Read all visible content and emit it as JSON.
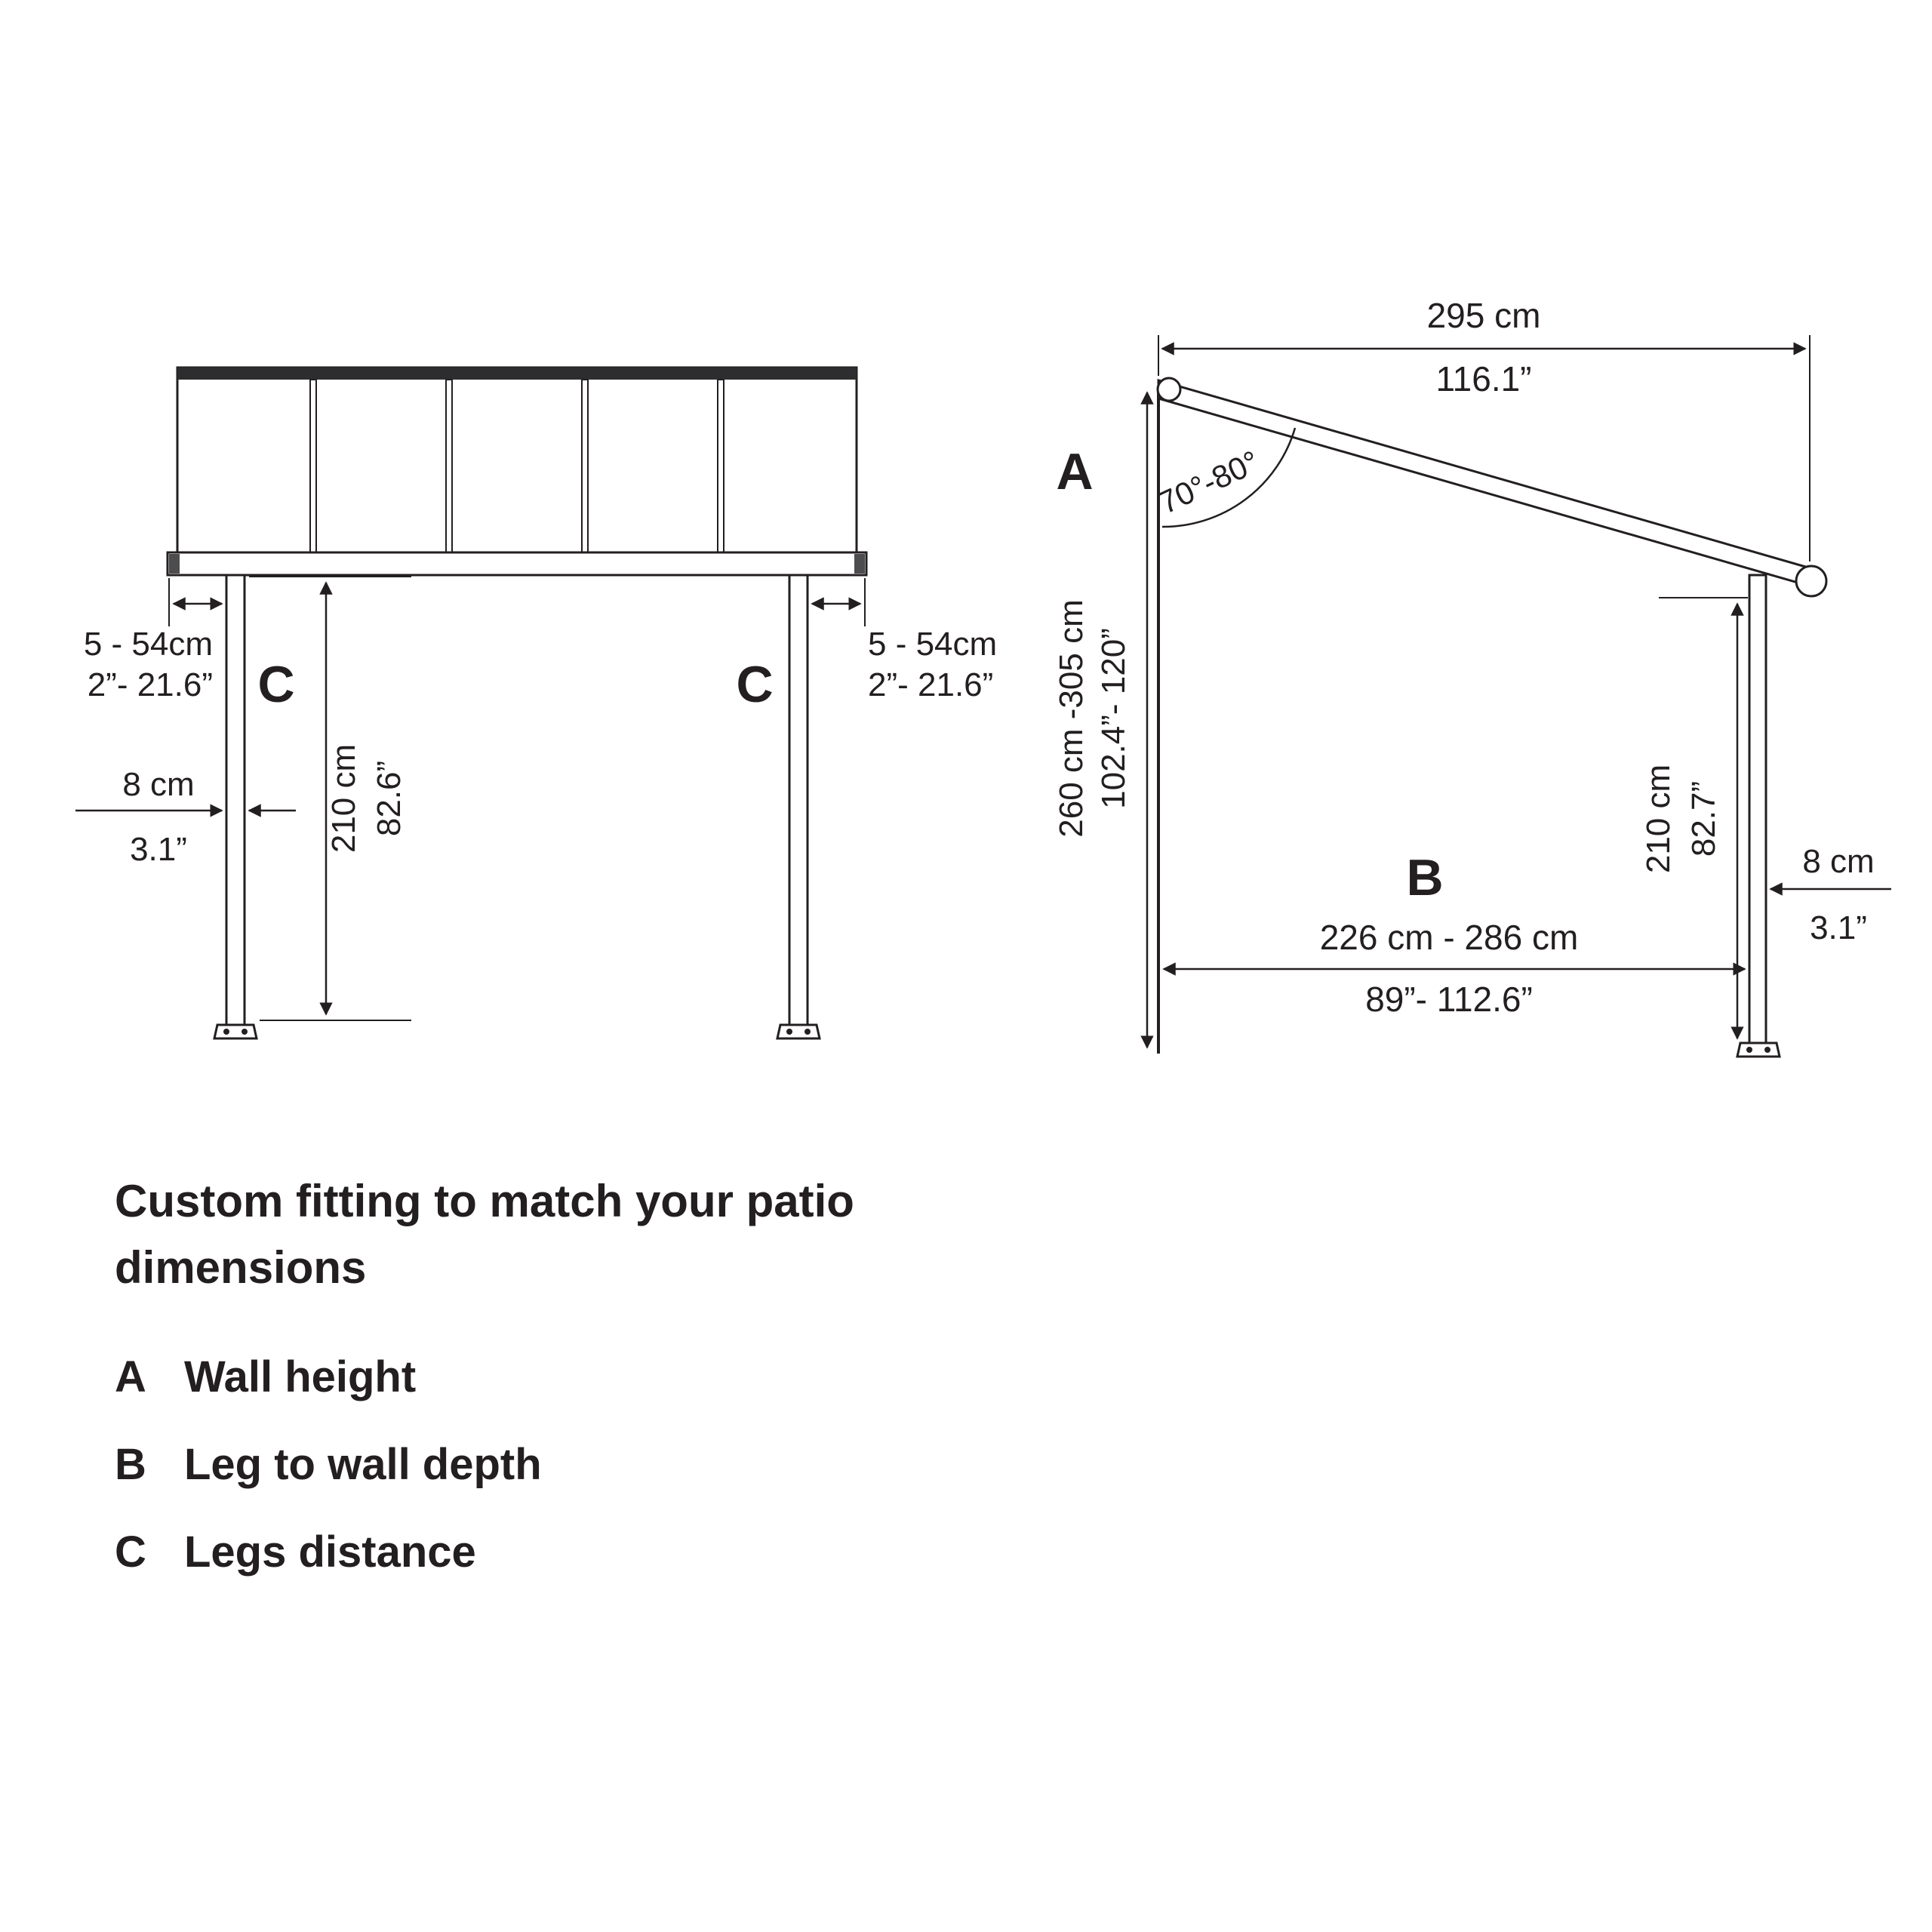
{
  "colors": {
    "accent": "#a5cd39",
    "text_gray": "#6d6e71",
    "line": "#231f20"
  },
  "front_view": {
    "left_offset_cm": "5 - 54cm",
    "left_offset_in": "2”- 21.6”",
    "right_offset_cm": "5 - 54cm",
    "right_offset_in": "2”- 21.6”",
    "left_c": "C",
    "right_c": "C",
    "leg_height_cm": "210 cm",
    "leg_height_in": "82.6”",
    "leg_width_cm": "8 cm",
    "leg_width_in": "3.1”"
  },
  "side_view": {
    "roof_depth_cm": "295 cm",
    "roof_depth_in": "116.1”",
    "a_label": "A",
    "wall_height_cm": "260 cm -305 cm",
    "wall_height_in": "102.4”- 120”",
    "angle_label": "70°-80°",
    "leg_height_cm": "210 cm",
    "leg_height_in": "82.7”",
    "leg_width_cm": "8 cm",
    "leg_width_in": "3.1”",
    "b_label": "B",
    "depth_cm": "226 cm - 286 cm",
    "depth_in": "89”- 112.6”"
  },
  "legend": {
    "title_line1": "Custom fitting to match your patio",
    "title_line2": "dimensions",
    "items": [
      {
        "key": "A",
        "label": "Wall height"
      },
      {
        "key": "B",
        "label": "Leg to wall depth"
      },
      {
        "key": "C",
        "label": "Legs distance"
      }
    ]
  }
}
